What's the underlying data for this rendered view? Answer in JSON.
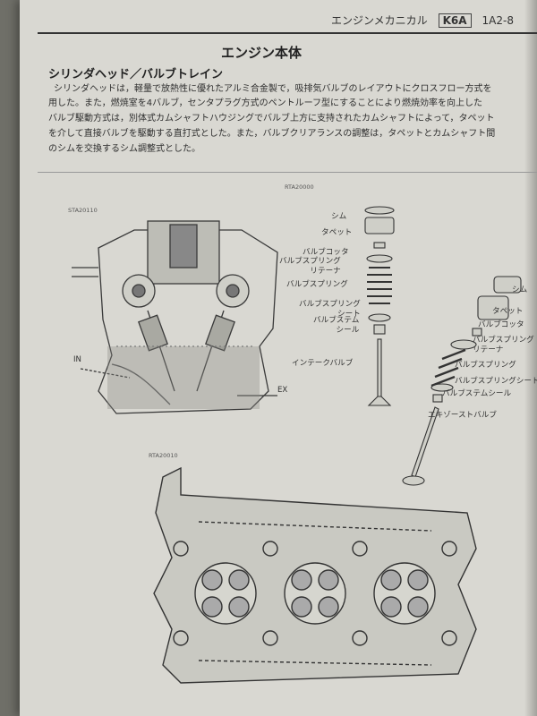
{
  "header": {
    "section": "エンジンメカニカル",
    "model": "K6A",
    "page": "1A2-8"
  },
  "title": "エンジン本体",
  "subtitle": "シリンダヘッド／バルブトレイン",
  "paragraph": [
    "シリンダヘッドは，軽量で放熱性に優れたアルミ合金製で，吸排気バルブのレイアウトにクロスフロー方式を",
    "用した。また，燃焼室を4バルブ，センタプラグ方式のペントルーフ型にすることにより燃焼効率を向上した",
    "バルブ駆動方式は，別体式カムシャフトハウジングでバルブ上方に支持されたカムシャフトによって，タペット",
    "を介して直接バルブを駆動する直打式とした。また，バルブクリアランスの調整は，タペットとカムシャフト間",
    "のシムを交換するシム調整式とした。"
  ],
  "figure_codes": {
    "cross_section": "STA20110",
    "valve_parts": "RTA20000",
    "head_bottom": "RTA20010"
  },
  "cross_section_labels": {
    "intake": "IN",
    "exhaust": "EX"
  },
  "intake_parts": [
    "シム",
    "タペット",
    "バルブコッタ",
    "バルブスプリング\nリテーナ",
    "バルブスプリング",
    "バルブスプリング\nシート",
    "バルブステム\nシール",
    "インテークバルブ"
  ],
  "exhaust_parts": [
    "シム",
    "タペット",
    "バルブコッタ",
    "バルブスプリング\nリテーナ",
    "バルブスプリング",
    "バルブスプリングシート",
    "バルブステムシール",
    "エキゾーストバルブ"
  ]
}
